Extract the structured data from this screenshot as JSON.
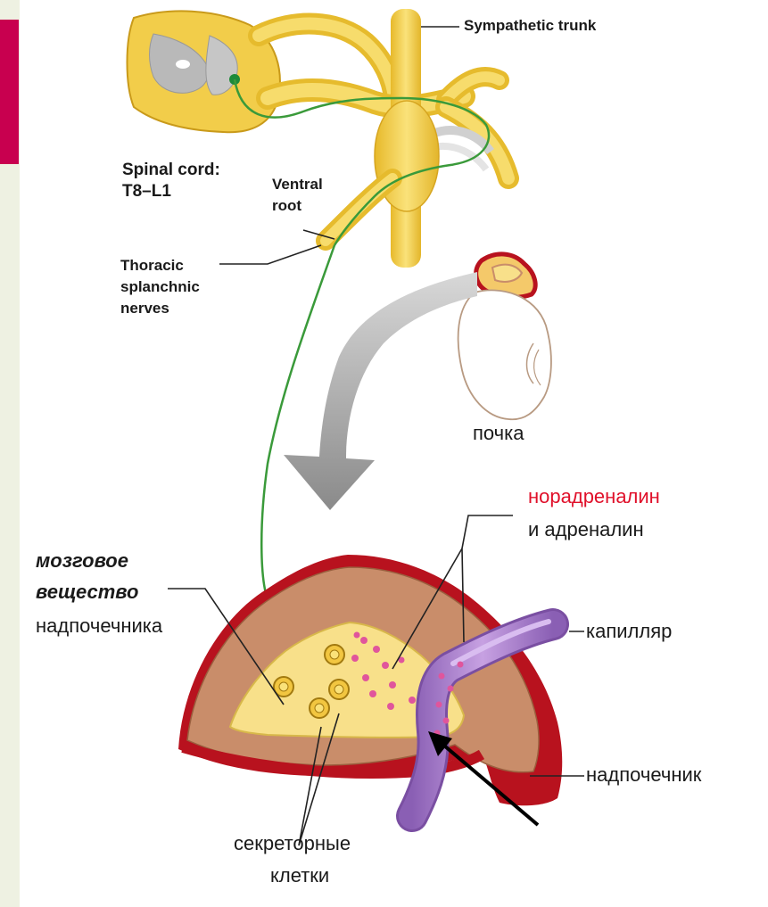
{
  "labels": {
    "sympathetic_trunk": "Sympathetic trunk",
    "spinal_cord_line1": "Spinal cord:",
    "spinal_cord_line2": "T8–L1",
    "ventral_root_line1": "Ventral",
    "ventral_root_line2": "root",
    "thoracic_line1": "Thoracic",
    "thoracic_line2": "splanchnic",
    "thoracic_line3": "nerves",
    "kidney": "почка",
    "noradrenaline": "норадреналин",
    "and_adrenaline": "и адреналин",
    "medulla_line1": "мозговое",
    "medulla_line2": "вещество",
    "medulla_line3": "надпочечника",
    "capillary": "капилляр",
    "adrenal_gland": "надпочечник",
    "secretory_line1": "секреторные",
    "secretory_line2": "клетки"
  },
  "colors": {
    "accent": "#c8004f",
    "noradrenaline_text": "#e0102a",
    "nerve_yellow": "#f4cf45",
    "nerve_fiber": "#3a9a3a",
    "capillary": "#a77ac9",
    "cortex": "#c98d6a",
    "capsule": "#b8121e",
    "medulla": "#f8e08a",
    "granule": "#e0559c"
  }
}
